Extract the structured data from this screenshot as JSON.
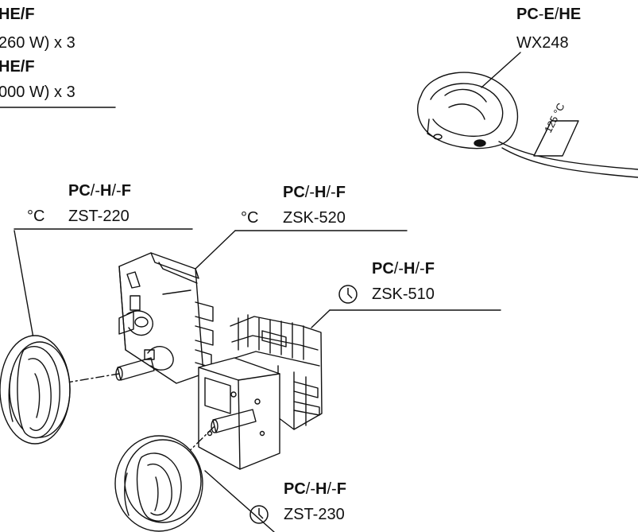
{
  "heater_labels": [
    {
      "model": "HE/F",
      "spec": "260 W) x 3"
    },
    {
      "model": "HE/F",
      "spec": "000 W) x 3"
    }
  ],
  "sensor": {
    "model_a": "PC",
    "dash": "-",
    "model_b": "E",
    "slash": "/",
    "model_c": "HE",
    "code": "WX248",
    "temp_label": "125 °C"
  },
  "zst220": {
    "p1": "PC",
    "s1": "/-",
    "p2": "H",
    "s2": "/-",
    "p3": "F",
    "unit": "°C",
    "code": "ZST-220"
  },
  "zsk520": {
    "p1": "PC",
    "s1": "/-",
    "p2": "H",
    "s2": "/-",
    "p3": "F",
    "unit": "°C",
    "code": "ZSK-520"
  },
  "zsk510": {
    "p1": "PC",
    "s1": "/-",
    "p2": "H",
    "s2": "/-",
    "p3": "F",
    "icon": "clock-icon",
    "code": "ZSK-510"
  },
  "zst230": {
    "p1": "PC",
    "s1": "/-",
    "p2": "H",
    "s2": "/-",
    "p3": "F",
    "icon": "clock-icon",
    "code": "ZST-230"
  }
}
